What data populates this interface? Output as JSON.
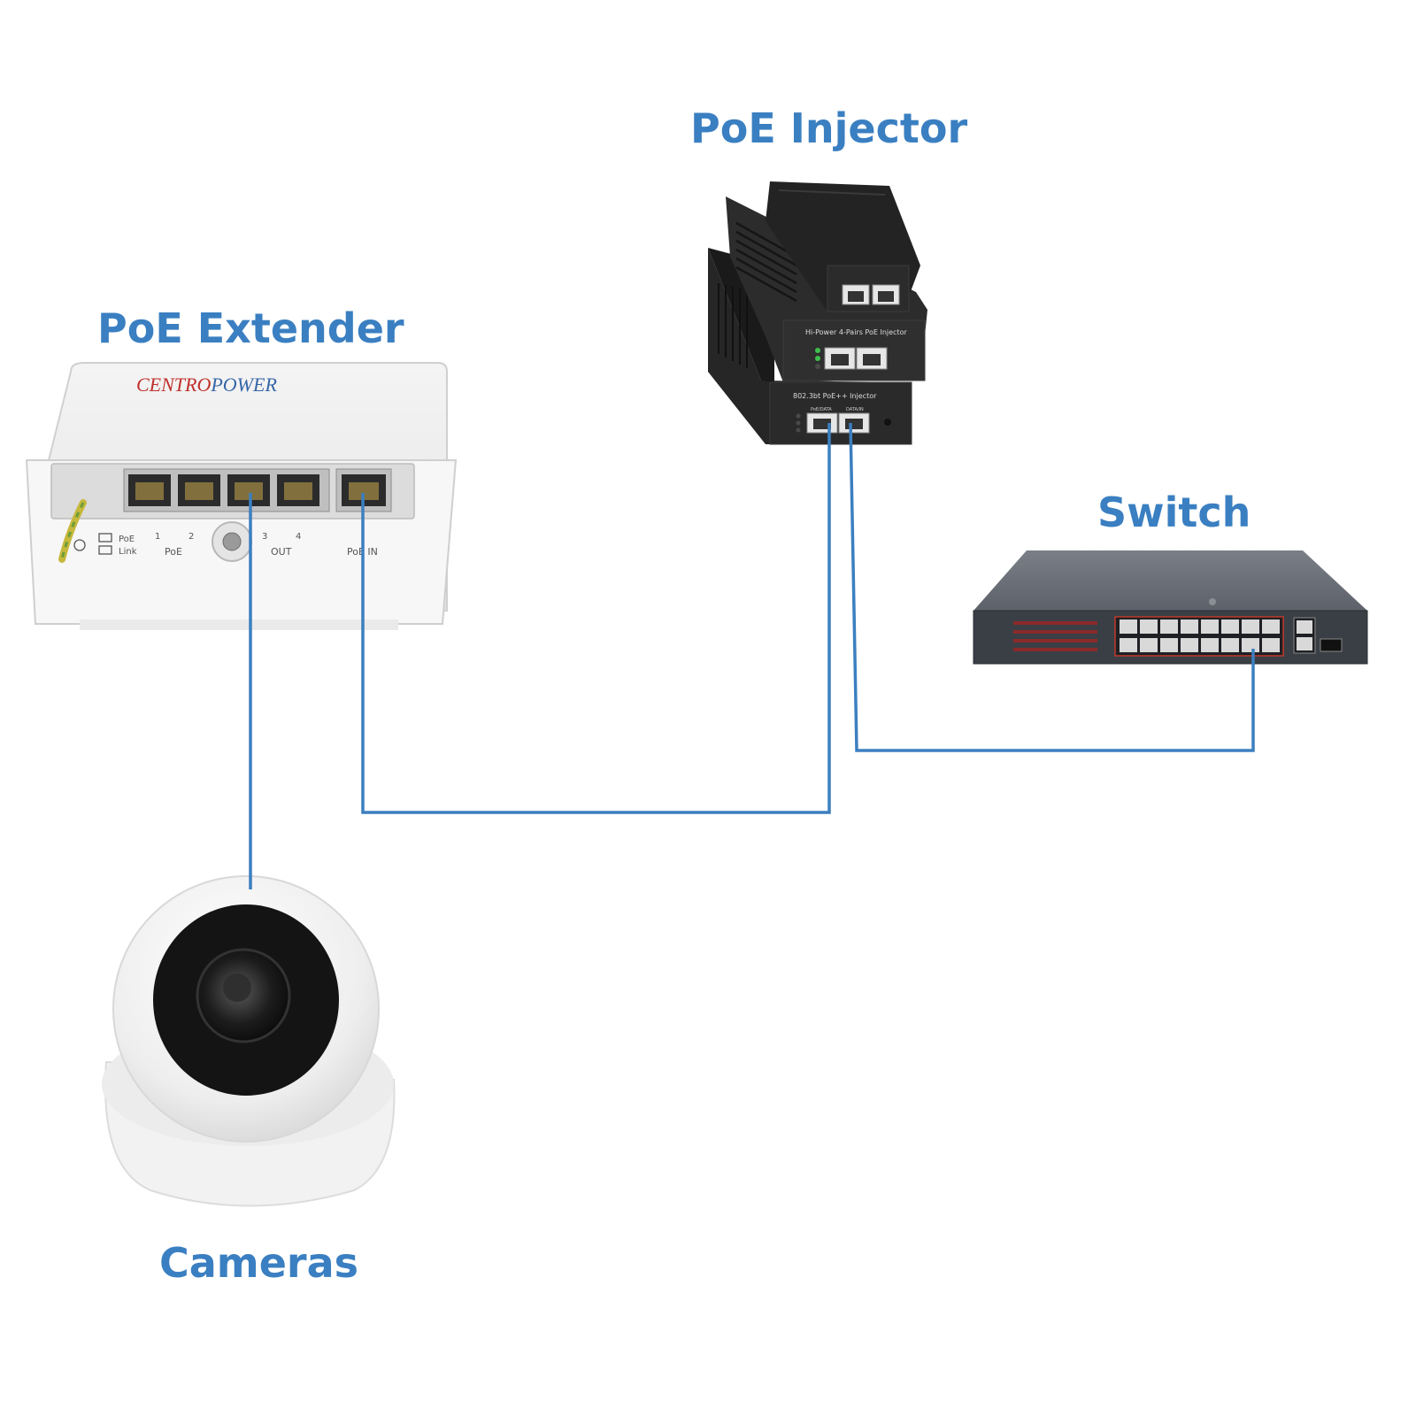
{
  "labels": {
    "poe_injector": "PoE Injector",
    "poe_extender": "PoE Extender",
    "switch": "Switch",
    "cameras": "Cameras"
  },
  "extender": {
    "brand_part1": "CENTRO",
    "brand_part2": "POWER",
    "legend_poe": "PoE",
    "legend_link": "Link",
    "port_numbers": [
      "1",
      "2",
      "3",
      "4"
    ],
    "poe_group_label": "PoE",
    "out_label": "OUT",
    "poe_in_label": "PoE IN"
  },
  "injector": {
    "mid_label": "Hi-Power 4-Pairs PoE Injector",
    "bottom_label": "802.3bt PoE++ Injector",
    "port_poe_data": "PoE/DATA",
    "port_data_in": "DATA/IN"
  },
  "colors": {
    "label_blue": "#3a7fc1",
    "cable_blue": "#3b7fc0",
    "brand_red": "#c0302b",
    "brand_blue": "#3566a8"
  }
}
